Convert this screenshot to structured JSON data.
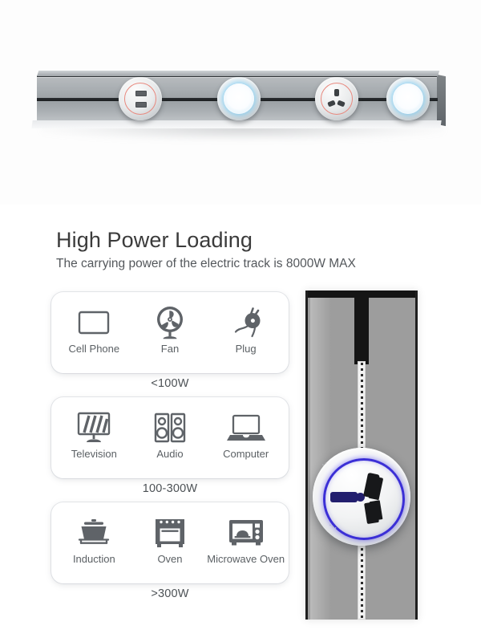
{
  "hero": {
    "alt": "electric track rail with four round modules",
    "modules": [
      {
        "name": "usb-module",
        "type": "usb",
        "ring_color": "#e8897f"
      },
      {
        "name": "lamp-module-1",
        "type": "lamp",
        "glow_color": "#63b9e4"
      },
      {
        "name": "socket-module",
        "type": "socket",
        "ring_color": "#e8897f"
      },
      {
        "name": "lamp-module-2",
        "type": "lamp",
        "glow_color": "#63b9e4"
      }
    ]
  },
  "heading": {
    "title": "High Power Loading",
    "subtitle": "The carrying power of the electric track is 8000W MAX"
  },
  "groups": [
    {
      "watt": "<100W",
      "items": [
        {
          "label": "Cell Phone",
          "icon": "cell-phone-icon"
        },
        {
          "label": "Fan",
          "icon": "fan-icon"
        },
        {
          "label": "Plug",
          "icon": "plug-icon"
        }
      ]
    },
    {
      "watt": "100-300W",
      "items": [
        {
          "label": "Television",
          "icon": "television-icon"
        },
        {
          "label": "Audio",
          "icon": "audio-speaker-icon"
        },
        {
          "label": "Computer",
          "icon": "computer-laptop-icon"
        }
      ]
    },
    {
      "watt": ">300W",
      "items": [
        {
          "label": "Induction",
          "icon": "induction-cooker-icon"
        },
        {
          "label": "Oven",
          "icon": "oven-icon"
        },
        {
          "label": "Microwave Oven",
          "icon": "microwave-oven-icon"
        }
      ]
    }
  ],
  "panel": {
    "alt": "vertical electric track with mounted universal socket",
    "socket": {
      "name": "universal-power-socket",
      "led_ring_color": "#3b2fd6",
      "earth_pin_color": "#231f6e"
    }
  },
  "colors": {
    "background": "#ffffff",
    "rail_metal": "#9aa0a4",
    "card_surface": "#ffffff",
    "icon_grey": "#5f6368",
    "text_dark": "#3b3b3b",
    "text_body": "#54585c"
  }
}
